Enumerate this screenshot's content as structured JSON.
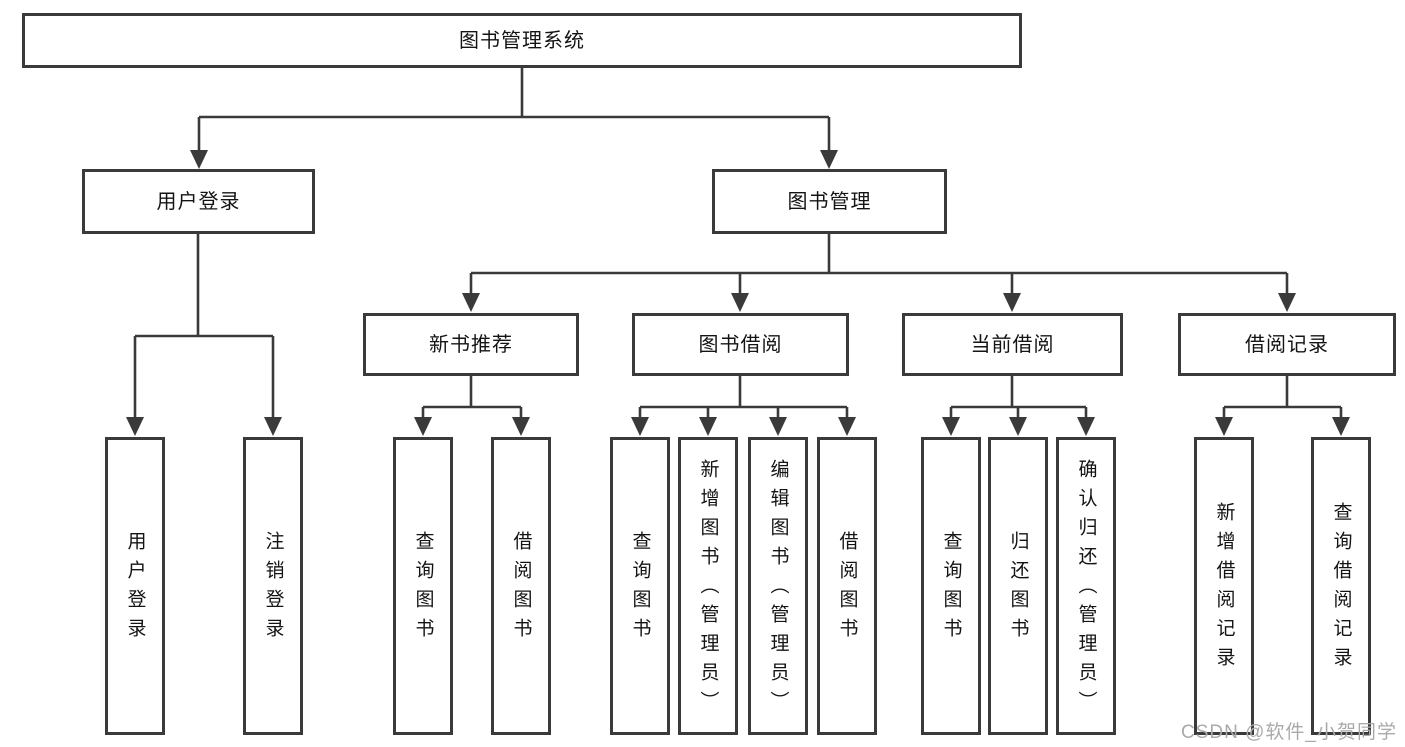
{
  "diagram": {
    "root": {
      "label": "图书管理系统"
    },
    "branches": [
      {
        "label": "用户登录",
        "leaves": [
          "用户登录",
          "注销登录"
        ]
      },
      {
        "label": "图书管理",
        "sections": [
          {
            "label": "新书推荐",
            "leaves": [
              "查询图书",
              "借阅图书"
            ]
          },
          {
            "label": "图书借阅",
            "leaves": [
              "查询图书",
              "新增图书（管理员）",
              "编辑图书（管理员）",
              "借阅图书"
            ]
          },
          {
            "label": "当前借阅",
            "leaves": [
              "查询图书",
              "归还图书",
              "确认归还（管理员）"
            ]
          },
          {
            "label": "借阅记录",
            "leaves": [
              "新增借阅记录",
              "查询借阅记录"
            ]
          }
        ]
      }
    ]
  },
  "watermark": {
    "text": "CSDN @软件_小贺同学"
  },
  "colors": {
    "line": "#3a3a3a",
    "box_border": "#3a3a3a",
    "text": "#141414",
    "watermark": "#aaaaaa"
  }
}
